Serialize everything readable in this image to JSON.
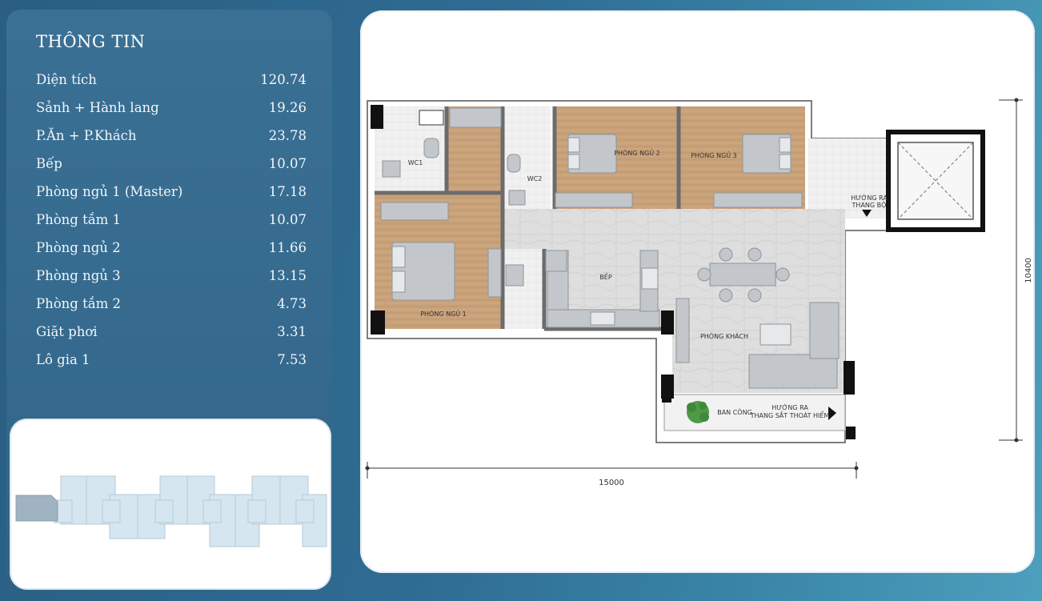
{
  "info": {
    "title": "THÔNG TIN",
    "rows": [
      {
        "label": "Diện tích",
        "value": "120.74"
      },
      {
        "label": "Sảnh + Hành lang",
        "value": "19.26"
      },
      {
        "label": "P.Ăn + P.Khách",
        "value": "23.78"
      },
      {
        "label": "Bếp",
        "value": "10.07"
      },
      {
        "label": "Phòng ngủ 1 (Master)",
        "value": "17.18"
      },
      {
        "label": "Phòng tắm 1",
        "value": "10.07"
      },
      {
        "label": "Phòng ngủ 2",
        "value": "11.66"
      },
      {
        "label": "Phòng ngủ 3",
        "value": "13.15"
      },
      {
        "label": "Phòng tắm 2",
        "value": "4.73"
      },
      {
        "label": "Giặt phơi",
        "value": "3.31"
      },
      {
        "label": "Lô gia 1",
        "value": "7.53"
      }
    ]
  },
  "plan": {
    "labels": {
      "wc1": "WC1",
      "wc2": "WC2",
      "bedroom1": "PHÒNG NGỦ 1",
      "bedroom2": "PHÒNG NGỦ 2",
      "bedroom3": "PHÒNG NGỦ 3",
      "kitchen": "BẾP",
      "living": "PHÒNG KHÁCH",
      "balcony": "BAN CÔNG",
      "exit_stairs_1": "HƯỚNG RA",
      "exit_stairs_2": "THANG BỘ",
      "exit_fire_1": "HƯỚNG RA",
      "exit_fire_2": "THANG SẮT THOÁT HIỂM"
    },
    "dim_width": "15000",
    "dim_height": "10400"
  },
  "colors": {
    "background": "#2f6c93",
    "panel": "#356a8e",
    "wood": "#c9a27a",
    "floor_tile": "#dcdcdc",
    "keyplan_block": "#d6e6f1",
    "keyplan_highlight": "#9fb3c0"
  }
}
